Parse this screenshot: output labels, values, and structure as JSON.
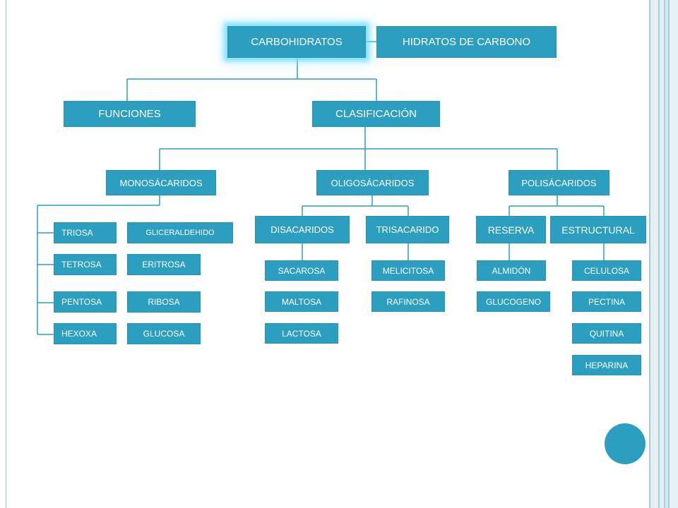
{
  "diagram": {
    "root": "CARBOHIDRATOS",
    "synonym": "HIDRATOS DE CARBONO",
    "level1": {
      "funciones": "FUNCIONES",
      "clasificacion": "CLASIFICACIÓN"
    },
    "level2": {
      "monosacaridos": "MONOSÁCARIDOS",
      "oligosacaridos": "OLIGOSÁCARIDOS",
      "polisacaridos": "POLISÁCARIDOS"
    },
    "monosacaridos": {
      "types": [
        "TRIOSA",
        "TETROSA",
        "PENTOSA",
        "HEXOXA"
      ],
      "examples": [
        "GLICERALDEHIDO",
        "ERITROSA",
        "RIBOSA",
        "GLUCOSA"
      ]
    },
    "oligosacaridos": {
      "disacaridos": "DISACARIDOS",
      "trisacarido": "TRISACARIDO",
      "disacaridos_items": [
        "SACAROSA",
        "MALTOSA",
        "LACTOSA"
      ],
      "trisacarido_items": [
        "MELICITOSA",
        "RAFINOSA"
      ]
    },
    "polisacaridos": {
      "reserva": "RESERVA",
      "estructural": "ESTRUCTURAL",
      "reserva_items": [
        "ALMIDÓN",
        "GLUCOGENO"
      ],
      "estructural_items": [
        "CELULOSA",
        "PECTINA",
        "QUITINA",
        "HEPARINA"
      ]
    }
  },
  "colors": {
    "node": "#2c9ec0",
    "text": "#ffffff",
    "glow": "#6edcff",
    "frame": "#a9cad8"
  }
}
